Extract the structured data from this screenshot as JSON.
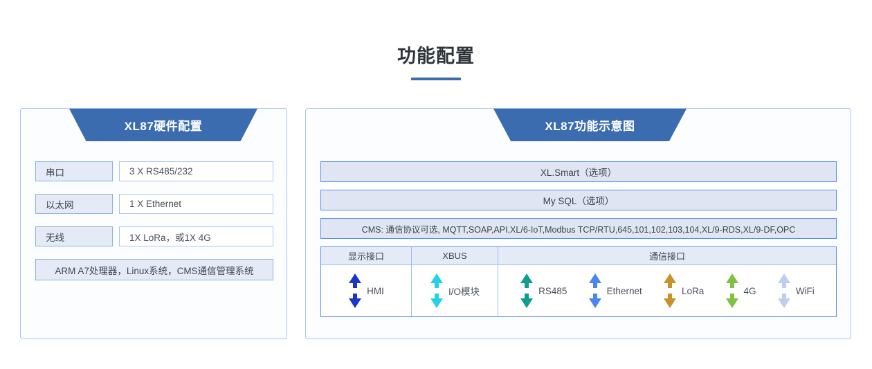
{
  "page": {
    "title": "功能配置",
    "accent_color": "#3b6cb0"
  },
  "left_panel": {
    "banner_title": "XL87硬件配置",
    "rows": [
      {
        "label": "串口",
        "value": "3 X RS485/232"
      },
      {
        "label": "以太网",
        "value": "1 X Ethernet"
      },
      {
        "label": "无线",
        "value": "1X LoRa，或1X 4G"
      }
    ],
    "footer": "ARM A7处理器，Linux系统，CMS通信管理系统"
  },
  "right_panel": {
    "banner_title": "XL87功能示意图",
    "bars": [
      "XL.Smart（选项）",
      "My SQL（选项）",
      "CMS: 通信协议可选, MQTT,SOAP,API,XL/6-IoT,Modbus TCP/RTU,645,101,102,103,104,XL/9-RDS,XL/9-DF,OPC"
    ],
    "interface_table": {
      "headers": [
        "显示接口",
        "XBUS",
        "通信接口"
      ],
      "display_items": [
        {
          "label": "HMI",
          "color": "#1a37c8",
          "icon": "double-arrow-vertical-icon"
        }
      ],
      "xbus_items": [
        {
          "label": "I/O模块",
          "color": "#22d3e8",
          "icon": "double-arrow-vertical-icon"
        }
      ],
      "comm_items": [
        {
          "label": "RS485",
          "color": "#0f9e8e",
          "icon": "double-arrow-vertical-icon"
        },
        {
          "label": "Ethernet",
          "color": "#4a86f0",
          "icon": "double-arrow-vertical-icon"
        },
        {
          "label": "LoRa",
          "color": "#c8922a",
          "icon": "double-arrow-vertical-icon"
        },
        {
          "label": "4G",
          "color": "#7dc242",
          "icon": "double-arrow-vertical-icon"
        },
        {
          "label": "WiFi",
          "color": "#bcd0ee",
          "icon": "double-arrow-vertical-icon"
        }
      ]
    }
  }
}
